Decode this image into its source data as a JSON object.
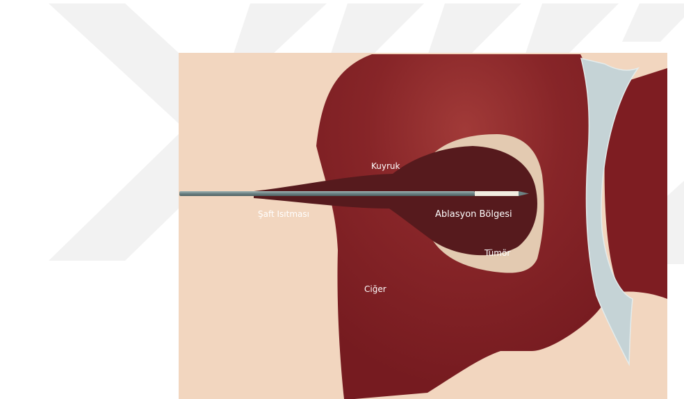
{
  "labels": {
    "kuyruk": "Kuyruk",
    "saft": "Şaft Isıtması",
    "ablasyon": "Ablasyon Bölgesi",
    "tumor": "Tümör",
    "ciger": "Ciğer"
  },
  "colors": {
    "skin": "#f2d6bf",
    "liver": "#7e1d22",
    "liver_highlight": "#a13a38",
    "ablation_zone": "#561a1d",
    "tumor": "#e3cab1",
    "vessel": "#c5d3d6",
    "needle": "#6c8284",
    "needle_tip": "#f1ece0",
    "watermark": "#eeeeee",
    "label_text": "#ffffff"
  },
  "icons": {
    "watermark": "chevron-watermark",
    "probe": "ablation-needle"
  }
}
